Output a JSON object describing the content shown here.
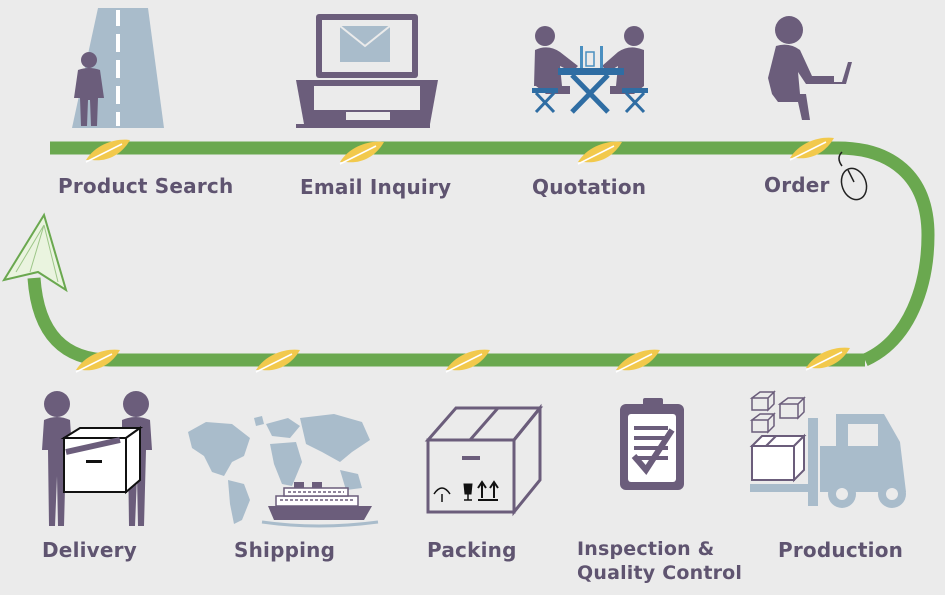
{
  "colors": {
    "background": "#ebebeb",
    "path": "#6aa84f",
    "leaf": "#f2c94c",
    "icon_purple": "#6b5d7b",
    "icon_blue": "#a9bccb",
    "label": "#5f5470"
  },
  "steps_top": [
    {
      "label": "Product Search",
      "icon": "road-person-icon"
    },
    {
      "label": "Email  Inquiry",
      "icon": "laptop-email-icon"
    },
    {
      "label": "Quotation",
      "icon": "meeting-table-icon"
    },
    {
      "label": "Order",
      "icon": "person-laptop-icon"
    }
  ],
  "steps_bottom": [
    {
      "label": "Delivery",
      "icon": "handover-box-icon"
    },
    {
      "label": "Shipping",
      "icon": "world-ship-icon"
    },
    {
      "label": "Packing",
      "icon": "package-box-icon"
    },
    {
      "label_line1": "Inspection &",
      "label_line2": "Quality Control",
      "icon": "clipboard-check-icon"
    },
    {
      "label": "Production",
      "icon": "forklift-boxes-icon"
    }
  ]
}
